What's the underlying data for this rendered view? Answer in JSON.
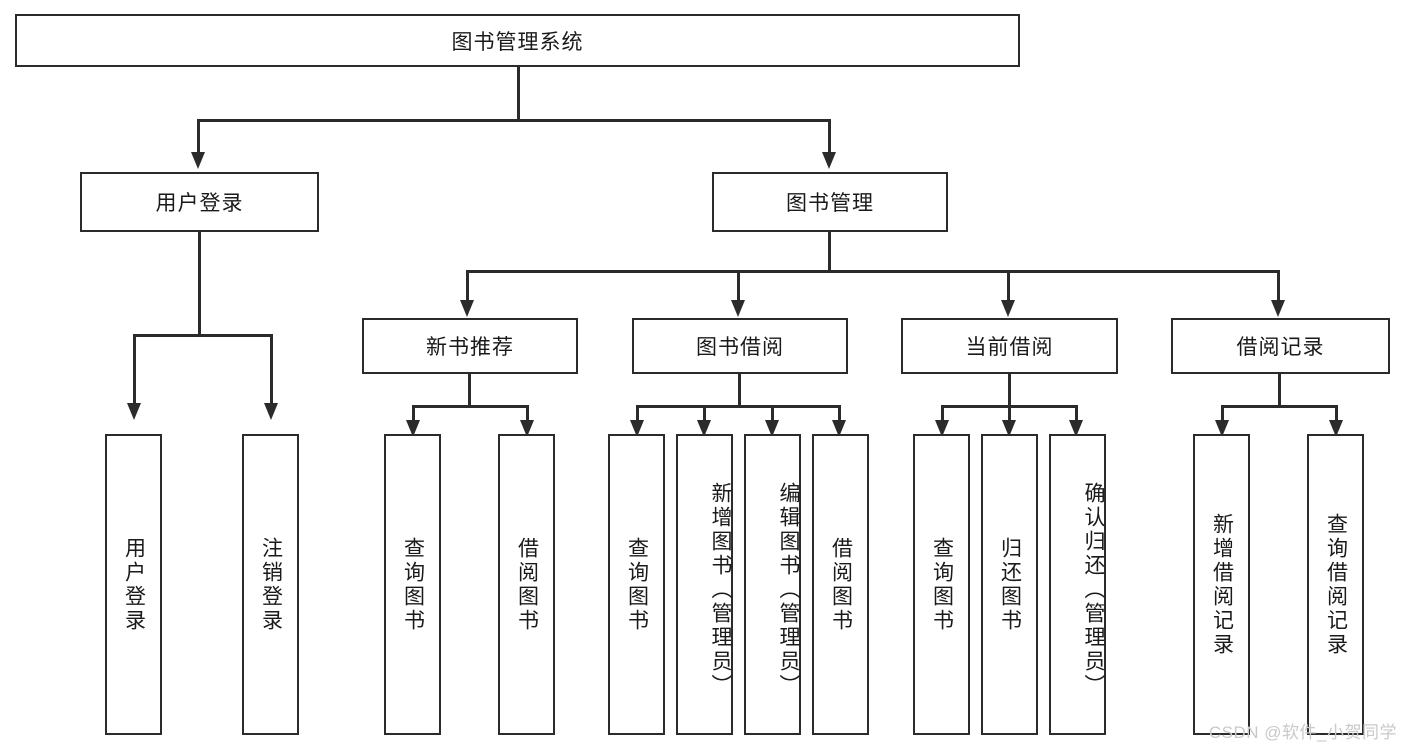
{
  "diagram": {
    "title": "图书管理系统",
    "root": {
      "label": "图书管理系统"
    },
    "level2": {
      "user_login": "用户登录",
      "book_management": "图书管理"
    },
    "level3": {
      "new_book_recommend": "新书推荐",
      "book_borrow": "图书借阅",
      "current_borrow": "当前借阅",
      "borrow_record": "借阅记录"
    },
    "leaves": {
      "user_login_1": "用户登录",
      "user_login_2": "注销登录",
      "recommend_1": "查询图书",
      "recommend_2": "借阅图书",
      "borrow_1": "查询图书",
      "borrow_2": "新增图书（管理员）",
      "borrow_3": "编辑图书（管理员）",
      "borrow_4": "借阅图书",
      "current_1": "查询图书",
      "current_2": "归还图书",
      "current_3": "确认归还（管理员）",
      "record_1": "新增借阅记录",
      "record_2": "查询借阅记录"
    }
  },
  "watermark": {
    "text": "CSDN @软件_小贺同学"
  },
  "colors": {
    "stroke": "#2b2b2b",
    "background": "#ffffff",
    "text": "#1a1a1a",
    "watermark": "#c9c9c9"
  }
}
